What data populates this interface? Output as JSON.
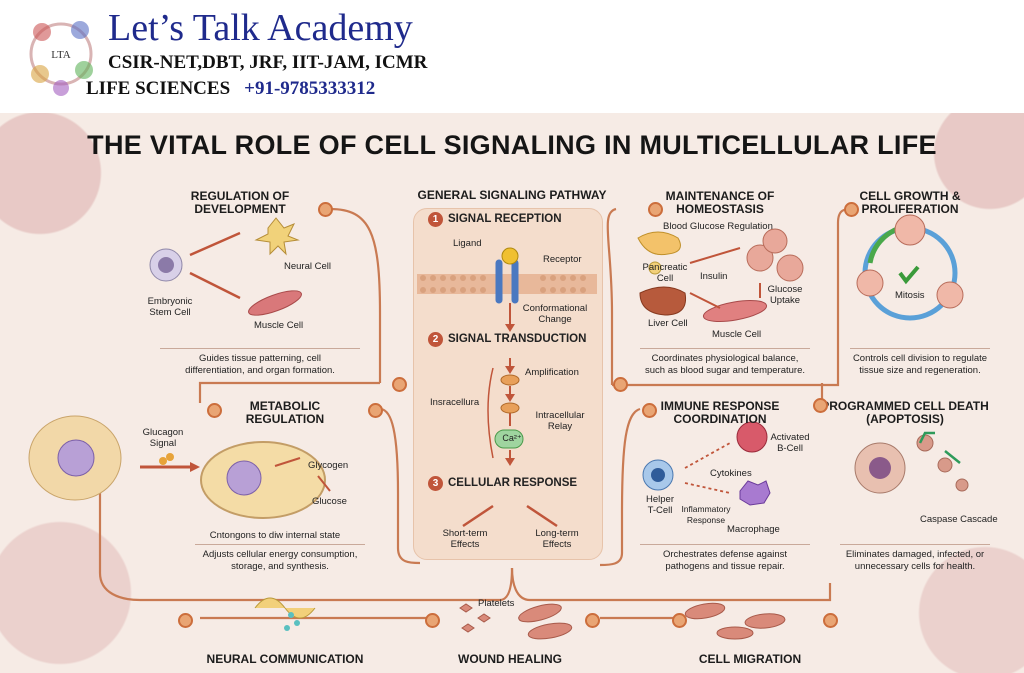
{
  "header": {
    "brand": "Let’s Talk Academy",
    "line1": "CSIR-NET,DBT, JRF, IIT-JAM, ICMR",
    "line2": "LIFE SCIENCES",
    "phone": "+91-9785333312",
    "logo_text": "LTA"
  },
  "title": "THE VITAL ROLE OF CELL SIGNALING IN MULTICELLULAR LIFE",
  "development": {
    "heading": "REGULATION OF\nDEVELOPMENT",
    "stem": "Embryonic\nStem Cell",
    "neural": "Neural Cell",
    "muscle": "Muscle Cell",
    "desc": "Guides tissue patterning, cell\ndifferentiation, and organ formation."
  },
  "metabolic": {
    "heading": "METABOLIC\nREGULATION",
    "signal": "Glucagon\nSignal",
    "glycogen": "Glycogen",
    "glucose": "Glucose",
    "caption": "Cntongons to diw internal state",
    "desc": "Adjusts cellular energy consumption,\nstorage, and synthesis."
  },
  "pathway": {
    "heading": "GENERAL SIGNALING PATHWAY",
    "s1_num": "1",
    "s1": "SIGNAL RECEPTION",
    "ligand": "Ligand",
    "receptor": "Receptor",
    "conf": "Conformational\nChange",
    "s2_num": "2",
    "s2": "SIGNAL TRANSDUCTION",
    "amp": "Amplification",
    "insra": "Insracellura",
    "relay": "Intracellular\nRelay",
    "ca": "Ca²⁺",
    "s3_num": "3",
    "s3": "CELLULAR RESPONSE",
    "short": "Short-term\nEffects",
    "long": "Long-term\nEffects"
  },
  "homeostasis": {
    "heading": "MAINTENANCE OF\nHOMEOSTASIS",
    "sub": "Blood Glucose Regulation",
    "pancreatic": "Pancreatic\nCell",
    "insulin": "Insulin",
    "uptake": "Glucose\nUptake",
    "liver": "Liver Cell",
    "muscle": "Muscle Cell",
    "desc": "Coordinates physiological balance,\nsuch as blood sugar and temperature."
  },
  "growth": {
    "heading": "CELL GROWTH &\nPROLIFERATION",
    "mitosis": "Mitosis",
    "desc": "Controls cell division to regulate\ntissue size and regeneration."
  },
  "immune": {
    "heading": "IMMUNE RESPONSE\nCOORDINATION",
    "bcell": "Activated\nB-Cell",
    "cytokines": "Cytokines",
    "helper": "Helper\nT-Cell",
    "inflam": "Inflammatory\nResponse",
    "macro": "Macrophage",
    "desc": "Orchestrates defense against\npathogens and tissue repair."
  },
  "apoptosis": {
    "heading": "PROGRAMMED CELL DEATH\n(APOPTOSIS)",
    "caspase": "Caspase Cascade",
    "desc": "Eliminates damaged, infected, or\nunnecessary cells for health."
  },
  "bottom": {
    "neural": "NEURAL COMMUNICATION",
    "platelets": "Platelets",
    "wound": "WOUND HEALING",
    "migration": "CELL MIGRATION"
  }
}
